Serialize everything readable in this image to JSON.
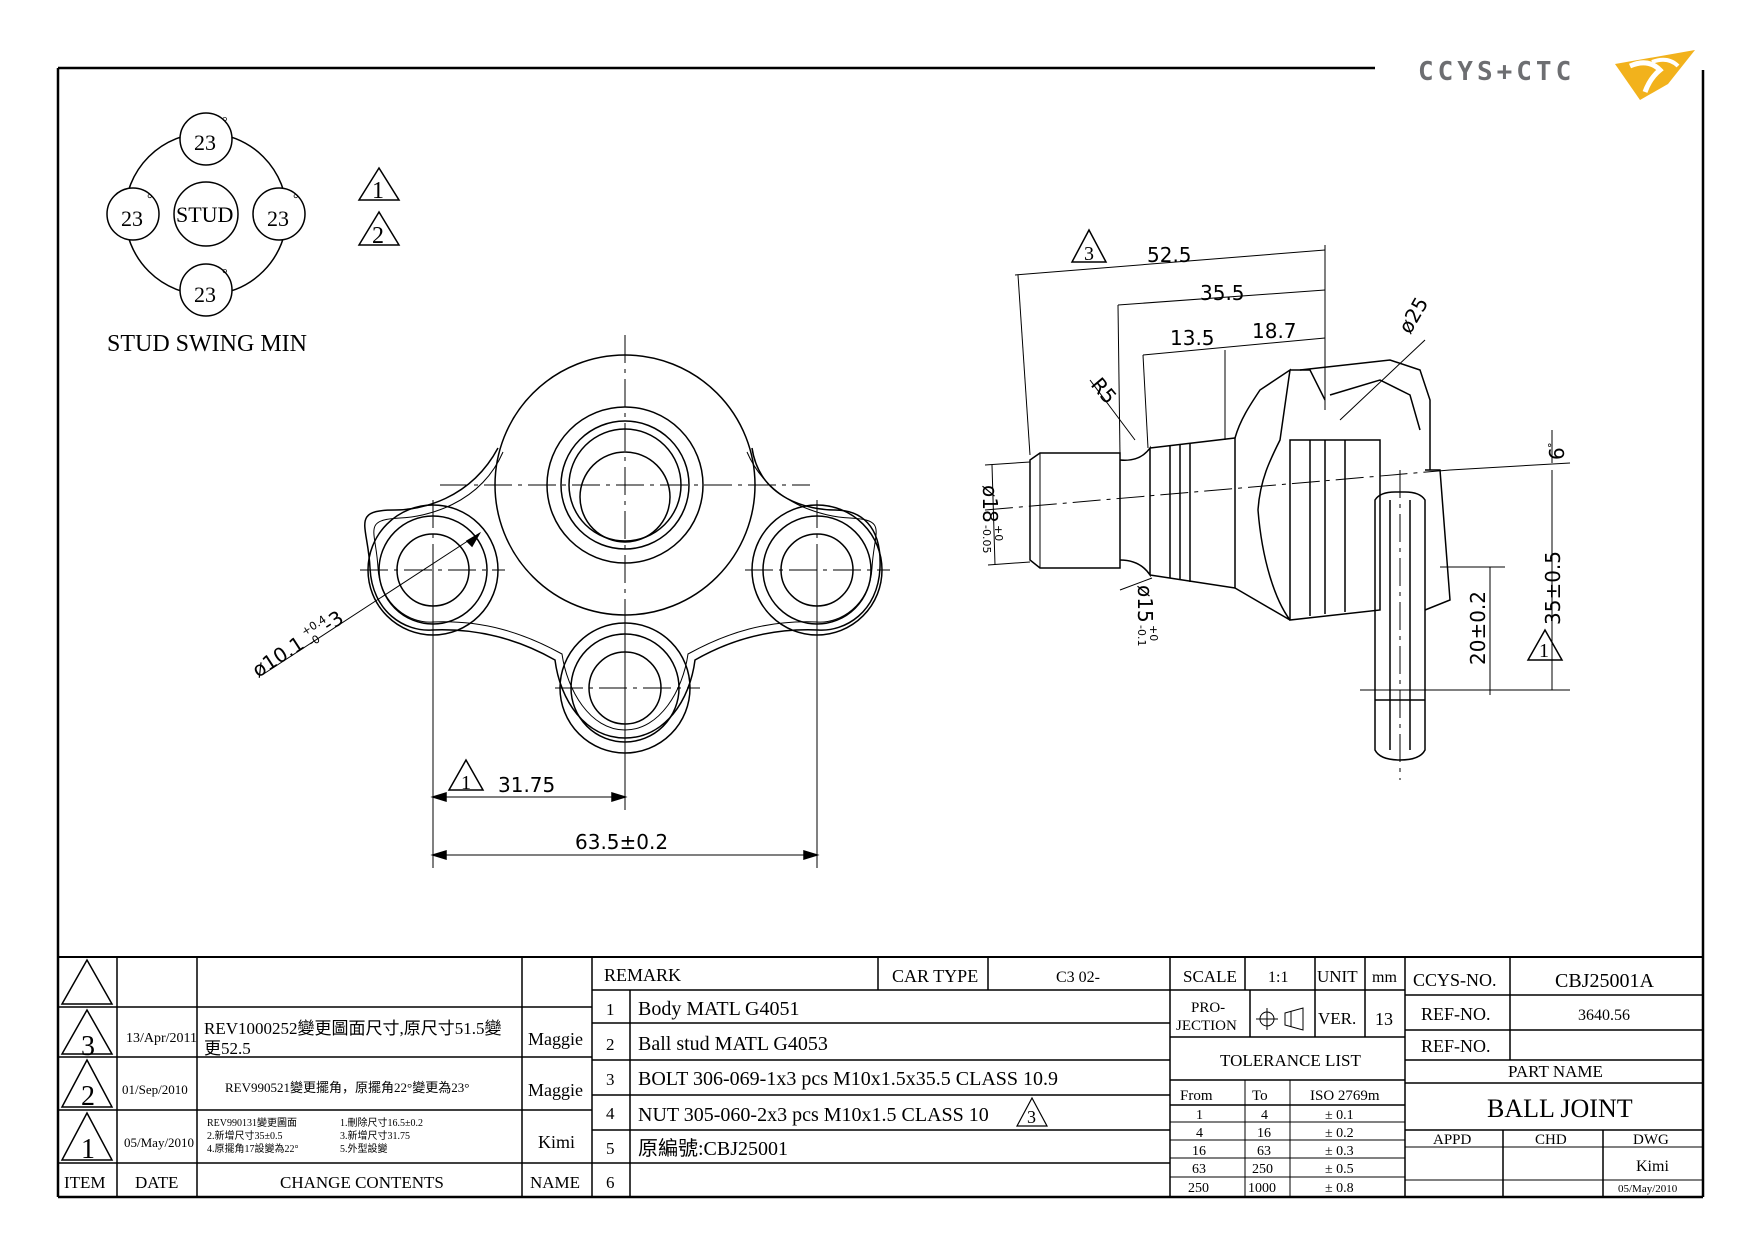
{
  "logo": {
    "text": "CCYS+CTC"
  },
  "stud_swing": {
    "angles": [
      "23",
      "23",
      "23",
      "23"
    ],
    "degree_symbol": "°",
    "center": "STUD",
    "caption": "STUD SWING MIN"
  },
  "revision_markers": [
    "1",
    "2"
  ],
  "front_view": {
    "hole_dim": "ø10.1",
    "hole_tol_upper": "+0.4",
    "hole_tol_lower": "-0",
    "hole_count": "-3",
    "dim_31": "31.75",
    "dim_31_marker": "1",
    "dim_63": "63.5±0.2"
  },
  "side_view": {
    "dim_52": "52.5",
    "dim_52_marker": "3",
    "dim_35": "35.5",
    "dim_13": "13.5",
    "dim_18": "18.7",
    "dim_r5": "R5",
    "dim_d25": "ø25",
    "dim_d18": "ø18",
    "dim_d18_tol_upper": "+0",
    "dim_d18_tol_lower": "-0.05",
    "dim_d15": "ø15",
    "dim_d15_tol_upper": "+0",
    "dim_d15_tol_lower": "-0.1",
    "dim_6": "6",
    "dim_6_unit": "°",
    "dim_35_5": "35±0.5",
    "dim_35_5_marker": "1",
    "dim_20": "20±0.2"
  },
  "change_table": {
    "rows": [
      {
        "rev": "3",
        "date": "13/Apr/2011",
        "content": "REV1000252變更圖面尺寸,原尺寸51.5變",
        "content2": "更52.5",
        "name": "Maggie"
      },
      {
        "rev": "2",
        "date": "01/Sep/2010",
        "content": "REV990521變更擺角，原擺角22°變更為23°",
        "name": "Maggie"
      },
      {
        "rev": "1",
        "date": "05/May/2010",
        "sub": [
          "REV990131變更圖面",
          "1.刪除尺寸16.5±0.2",
          "2.新增尺寸35±0.5",
          "3.新增尺寸31.75",
          "4.原擺角17設變為22°",
          "5.外型設變"
        ],
        "name": "Kimi"
      }
    ],
    "headers": {
      "item": "ITEM",
      "date": "DATE",
      "contents": "CHANGE CONTENTS",
      "name": "NAME"
    }
  },
  "remark": {
    "label": "REMARK",
    "car_type_label": "CAR TYPE",
    "car_type": "C3 02-",
    "items": [
      {
        "no": "1",
        "text": "Body MATL G4051"
      },
      {
        "no": "2",
        "text": "Ball stud MATL G4053"
      },
      {
        "no": "3",
        "text": "BOLT 306-069-1x3 pcs M10x1.5x35.5 CLASS 10.9"
      },
      {
        "no": "4",
        "text": "NUT 305-060-2x3 pcs M10x1.5 CLASS 10",
        "marker": "3"
      },
      {
        "no": "5",
        "text": "原編號:CBJ25001"
      },
      {
        "no": "6",
        "text": ""
      }
    ]
  },
  "spec": {
    "scale_label": "SCALE",
    "scale": "1:1",
    "unit_label": "UNIT",
    "unit": "mm",
    "projection_label1": "PRO-",
    "projection_label2": "JECTION",
    "ver_label": "VER.",
    "ver": "13",
    "tolerance_title": "TOLERANCE LIST",
    "tol_headers": [
      "From",
      "To",
      "ISO 2769m"
    ],
    "tolerances": [
      [
        "1",
        "4",
        "± 0.1"
      ],
      [
        "4",
        "16",
        "± 0.2"
      ],
      [
        "16",
        "63",
        "± 0.3"
      ],
      [
        "63",
        "250",
        "± 0.5"
      ],
      [
        "250",
        "1000",
        "± 0.8"
      ]
    ]
  },
  "title_block": {
    "ccys_no_label": "CCYS-NO.",
    "ccys_no": "CBJ25001A",
    "ref_no_label": "REF-NO.",
    "ref_no": "3640.56",
    "ref_no2_label": "REF-NO.",
    "ref_no2": "",
    "part_name_label": "PART NAME",
    "part_name": "BALL JOINT",
    "appd_label": "APPD",
    "chd_label": "CHD",
    "dwg_label": "DWG",
    "dwg_name": "Kimi",
    "dwg_date": "05/May/2010"
  },
  "colors": {
    "logo_gray": "#6d6e71",
    "logo_gold": "#f2b21c",
    "logo_orange": "#e8901a"
  }
}
